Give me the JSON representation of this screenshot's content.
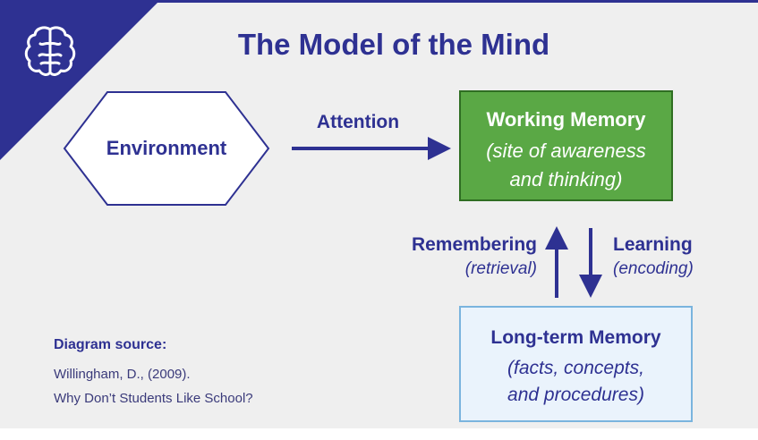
{
  "title": "The Model of the Mind",
  "icon": "brain-icon",
  "colors": {
    "brand_navy": "#2e3192",
    "working_memory_fill": "#5aa845",
    "long_term_fill": "#eaf3fc",
    "background": "#efefef"
  },
  "nodes": {
    "environment": {
      "label": "Environment"
    },
    "working_memory": {
      "title": "Working Memory",
      "subtitle_line1": "(site of awareness",
      "subtitle_line2": "and thinking)"
    },
    "long_term_memory": {
      "title": "Long-term Memory",
      "subtitle_line1": "(facts, concepts,",
      "subtitle_line2": "and procedures)"
    }
  },
  "edges": {
    "attention": {
      "label": "Attention"
    },
    "remembering": {
      "label": "Remembering",
      "sublabel": "(retrieval)"
    },
    "learning": {
      "label": "Learning",
      "sublabel": "(encoding)"
    }
  },
  "source": {
    "heading": "Diagram source:",
    "line1": "Willingham, D., (2009).",
    "line2": "Why Don’t Students Like School?"
  }
}
